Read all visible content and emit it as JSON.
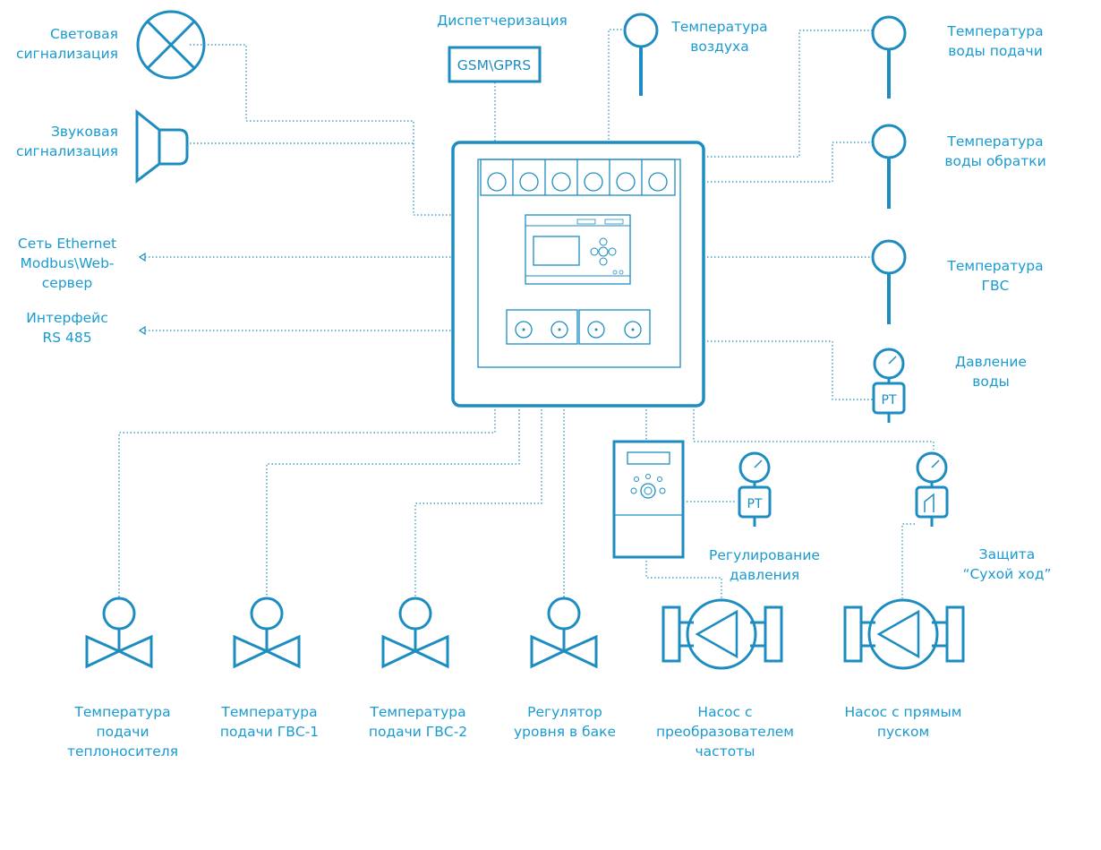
{
  "labels": {
    "light_alarm": "Световая\nсигнализация",
    "sound_alarm": "Звуковая\nсигнализация",
    "ethernet": "Сеть Ethernet\nModbus\\Web-\nсервер",
    "rs485": "Интерфейс\nRS 485",
    "dispatch": "Диспетчеризация",
    "gsm": "GSM\\GPRS",
    "air_temp": "Температура\nвоздуха",
    "supply_water_temp": "Температура\nводы подачи",
    "return_water_temp": "Температура\nводы обратки",
    "dhw_temp": "Температура\nГВС",
    "water_pressure": "Давление\nводы",
    "pressure_reg": "Регулирование\nдавления",
    "dry_run": "Защита\n“Сухой ход”",
    "valve1": "Температура\nподачи\nтеплоносителя",
    "valve2": "Температура\nподачи ГВС-1",
    "valve3": "Температура\nподачи ГВС-2",
    "valve4": "Регулятор\nуровня в баке",
    "pump_vfd": "Насос с\nпреобразователем\nчастоты",
    "pump_direct": "Насос с прямым\nпуском",
    "pt1": "PT",
    "pt2": "PT"
  },
  "colors": {
    "stroke": "#1d8dc1",
    "text": "#1a9ad0"
  }
}
